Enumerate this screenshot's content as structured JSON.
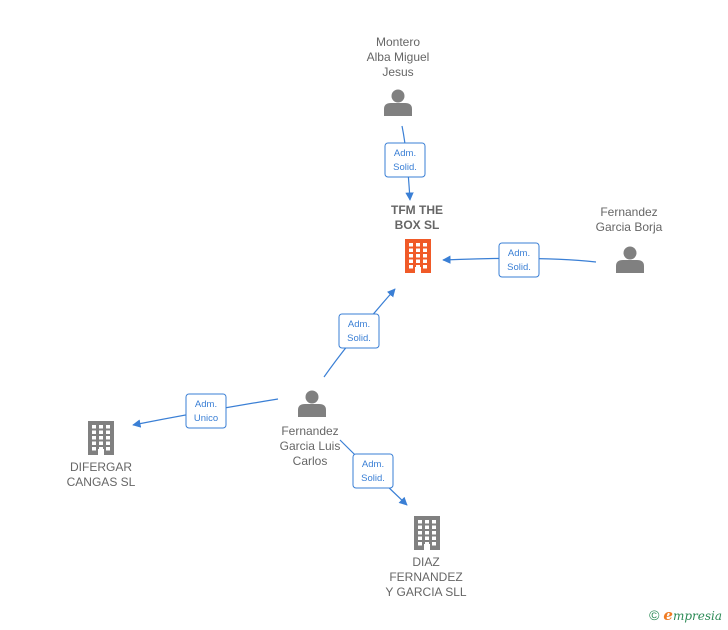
{
  "graph": {
    "colors": {
      "edge": "#3a7fd5",
      "person": "#808080",
      "company": "#808080",
      "focus": "#f05a28"
    },
    "nodes": [
      {
        "id": "montero",
        "kind": "person",
        "lines": [
          "Montero",
          "Alba Miguel",
          "Jesus"
        ]
      },
      {
        "id": "tfm",
        "kind": "focus-company",
        "lines": [
          "TFM THE",
          "BOX  SL"
        ]
      },
      {
        "id": "fernandez-borja",
        "kind": "person",
        "lines": [
          "Fernandez",
          "Garcia Borja"
        ]
      },
      {
        "id": "fernandez-luis",
        "kind": "person",
        "lines": [
          "Fernandez",
          "Garcia Luis",
          "Carlos"
        ]
      },
      {
        "id": "difergar",
        "kind": "company",
        "lines": [
          "DIFERGAR",
          "CANGAS  SL"
        ]
      },
      {
        "id": "diaz",
        "kind": "company",
        "lines": [
          "DIAZ",
          "FERNANDEZ",
          "Y GARCIA SLL"
        ]
      }
    ],
    "edges": [
      {
        "from": "montero",
        "to": "tfm",
        "label": [
          "Adm.",
          "Solid."
        ]
      },
      {
        "from": "fernandez-borja",
        "to": "tfm",
        "label": [
          "Adm.",
          "Solid."
        ]
      },
      {
        "from": "fernandez-luis",
        "to": "tfm",
        "label": [
          "Adm.",
          "Solid."
        ]
      },
      {
        "from": "fernandez-luis",
        "to": "difergar",
        "label": [
          "Adm.",
          "Unico"
        ]
      },
      {
        "from": "fernandez-luis",
        "to": "diaz",
        "label": [
          "Adm.",
          "Solid."
        ]
      }
    ]
  },
  "watermark": {
    "copyright": "©",
    "brand_initial": "e",
    "brand_rest": "mpresia"
  }
}
